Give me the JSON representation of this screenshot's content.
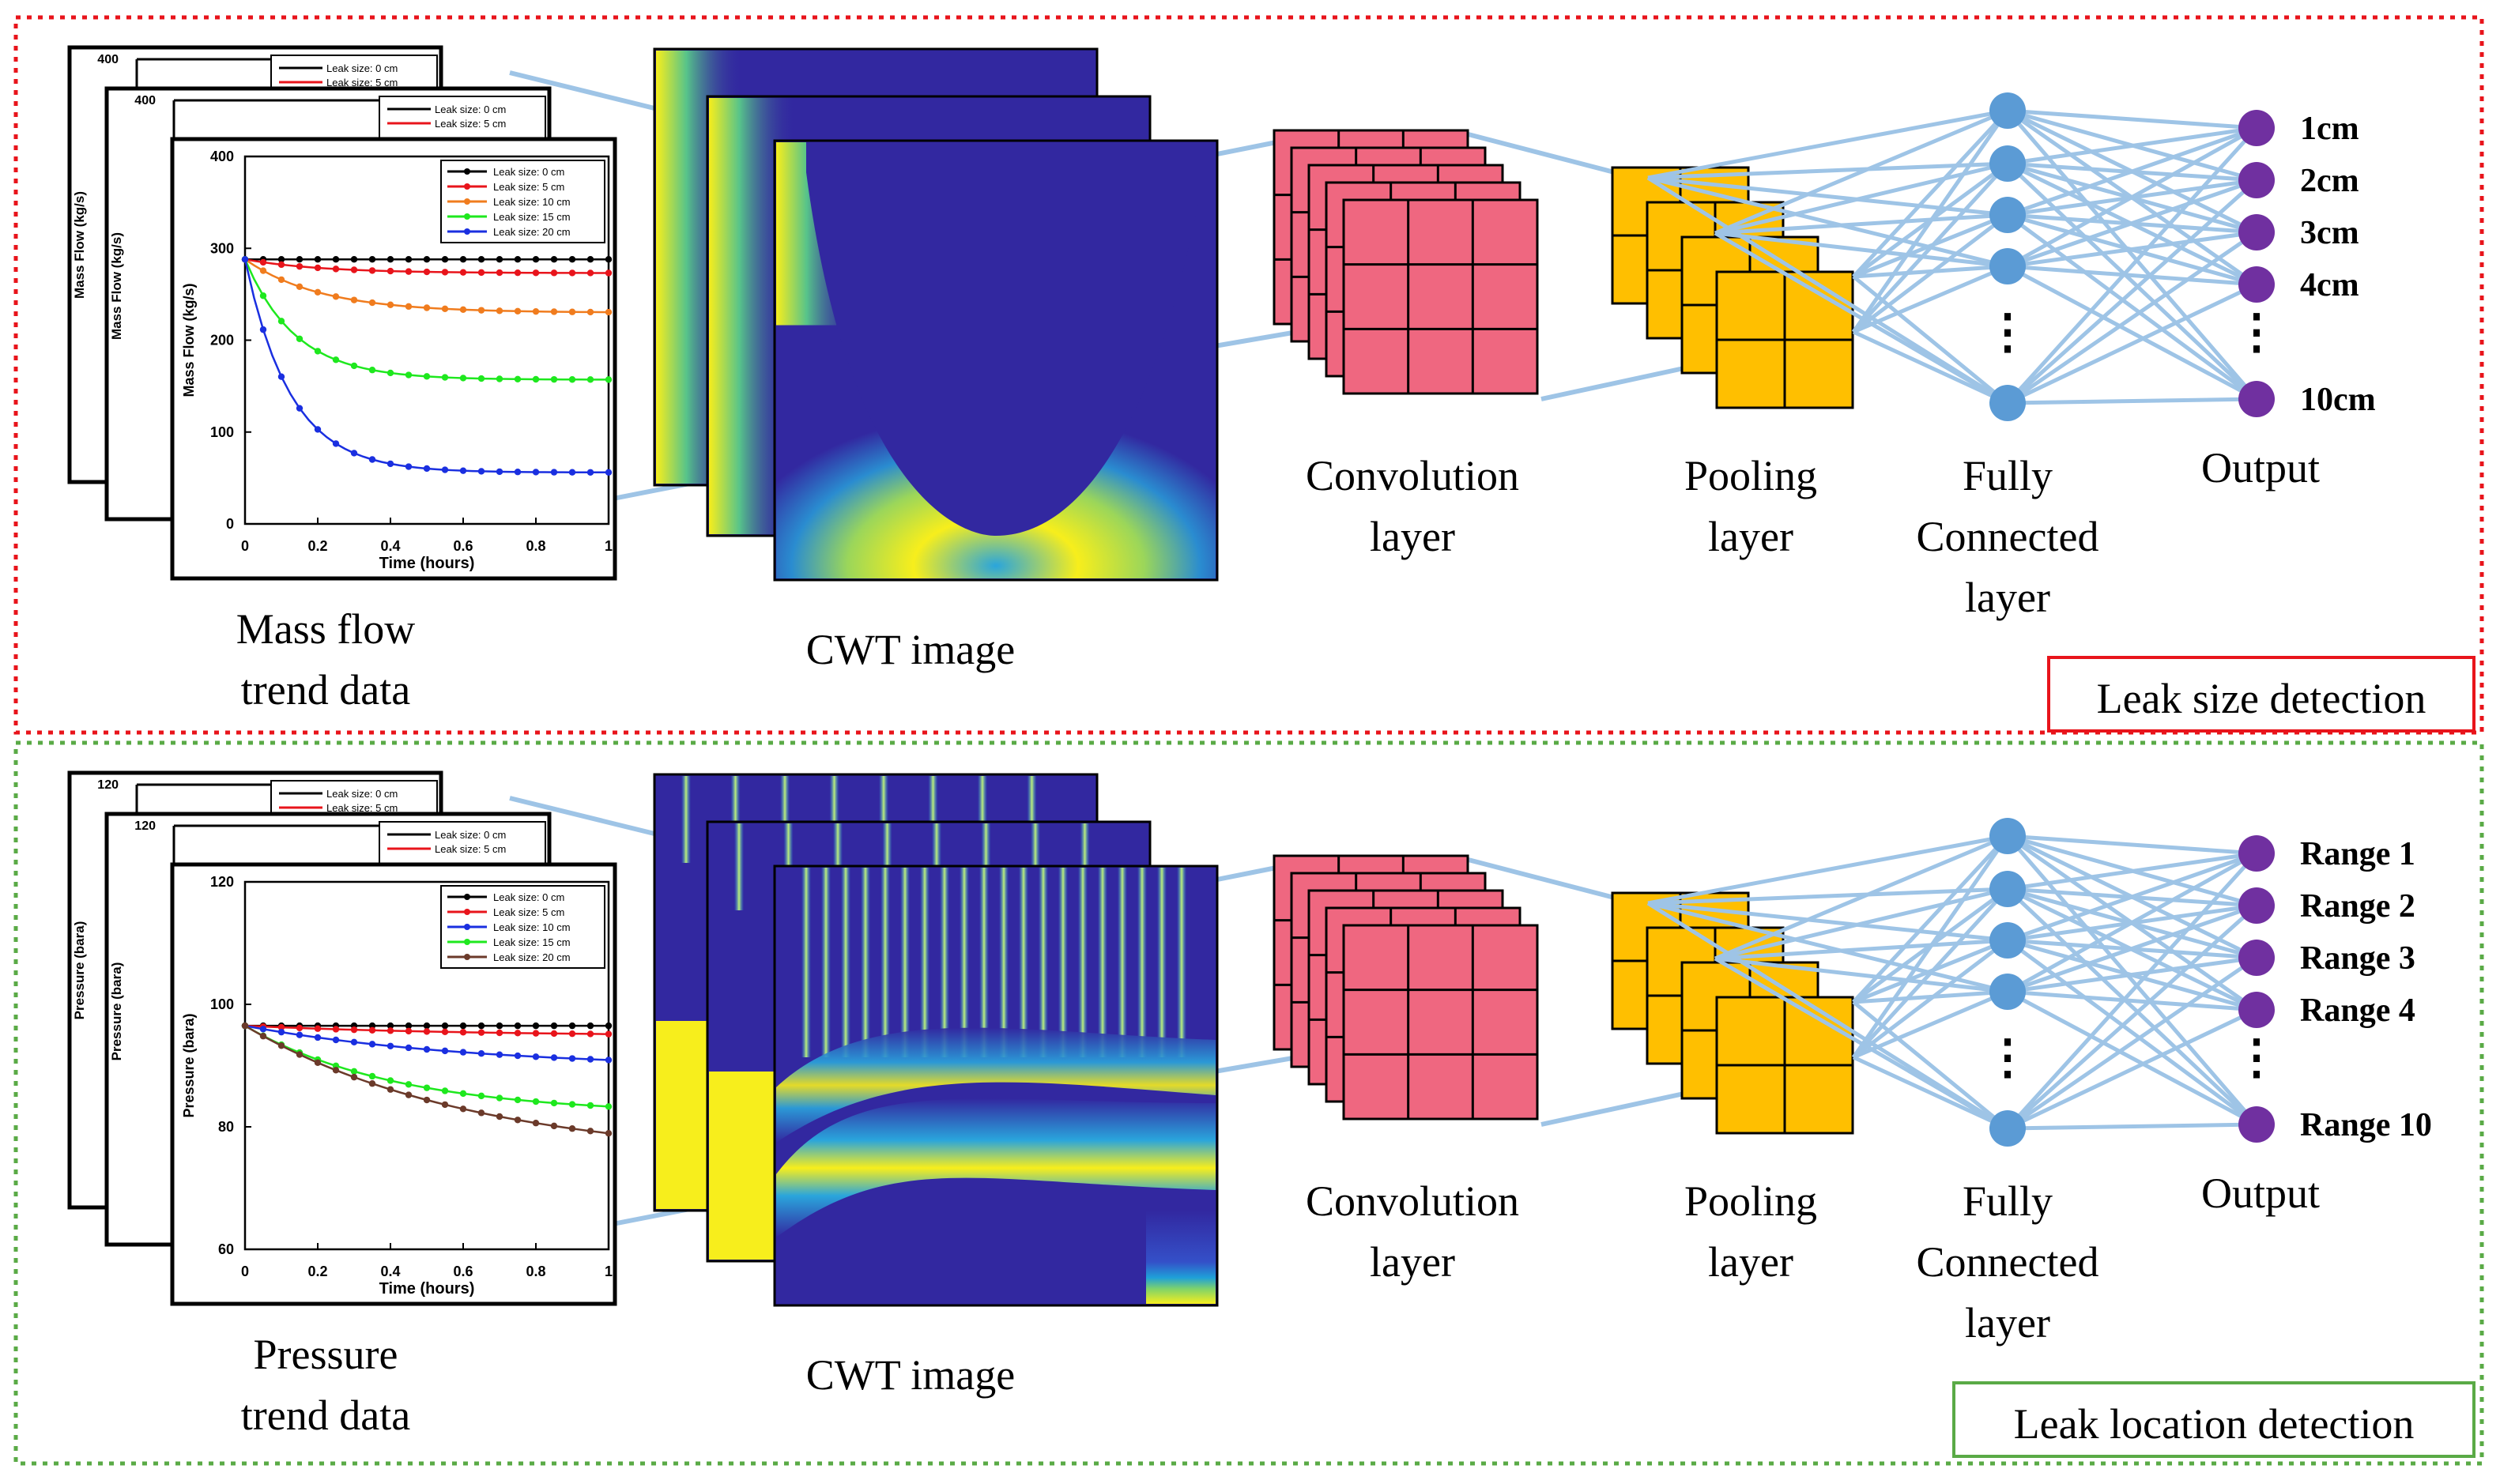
{
  "panels": [
    {
      "id": "size",
      "border_color": "#e8141b",
      "label_border_color": "#e8141b",
      "detection_label": "Leak size detection",
      "trend_label_line1": "Mass flow",
      "trend_label_line2": "trend data",
      "cwt_label": "CWT image",
      "conv_label_line1": "Convolution",
      "conv_label_line2": "layer",
      "pool_label_line1": "Pooling",
      "pool_label_line2": "layer",
      "fc_label_line1": "Fully",
      "fc_label_line2": "Connected",
      "fc_label_line3": "layer",
      "output_label": "Output",
      "outputs": [
        "1cm",
        "2cm",
        "3cm",
        "4cm",
        "10cm"
      ],
      "ellipsis": "⋮",
      "plot": {
        "type": "line",
        "ylabel": "Mass Flow (kg/s)",
        "xlabel": "Time (hours)",
        "ylim": [
          0,
          400
        ],
        "xlim": [
          0,
          1
        ],
        "yticks": [
          "0",
          "100",
          "200",
          "300",
          "400"
        ],
        "xticks": [
          "0",
          "0.2",
          "0.4",
          "0.6",
          "0.8",
          "1"
        ],
        "back_ticks": [
          "400",
          "400"
        ],
        "series": [
          {
            "name": "Leak size: 0 cm",
            "color": "#000000",
            "start": 288,
            "end": 288,
            "k": 3
          },
          {
            "name": "Leak size: 5 cm",
            "color": "#e8141b",
            "start": 288,
            "end": 273,
            "k": 3
          },
          {
            "name": "Leak size: 10 cm",
            "color": "#f07c1e",
            "start": 288,
            "end": 230,
            "k": 3
          },
          {
            "name": "Leak size: 15 cm",
            "color": "#1ee81e",
            "start": 288,
            "end": 157,
            "k": 4.5
          },
          {
            "name": "Leak size: 20 cm",
            "color": "#1a2fe0",
            "start": 288,
            "end": 56,
            "k": 5
          }
        ]
      }
    },
    {
      "id": "location",
      "border_color": "#5aaa46",
      "label_border_color": "#5aaa46",
      "detection_label": "Leak location detection",
      "trend_label_line1": "Pressure",
      "trend_label_line2": "trend data",
      "cwt_label": "CWT image",
      "conv_label_line1": "Convolution",
      "conv_label_line2": "layer",
      "pool_label_line1": "Pooling",
      "pool_label_line2": "layer",
      "fc_label_line1": "Fully",
      "fc_label_line2": "Connected",
      "fc_label_line3": "layer",
      "output_label": "Output",
      "outputs": [
        "Range 1",
        "Range 2",
        "Range 3",
        "Range 4",
        "Range 10"
      ],
      "ellipsis": "⋮",
      "plot": {
        "type": "line",
        "ylabel": "Pressure (bara)",
        "xlabel": "Time (hours)",
        "ylim": [
          60,
          120
        ],
        "xlim": [
          0,
          1
        ],
        "yticks": [
          "60",
          "80",
          "100",
          "120"
        ],
        "xticks": [
          "0",
          "0.2",
          "0.4",
          "0.6",
          "0.8",
          "1"
        ],
        "back_ticks": [
          "120",
          "120"
        ],
        "series": [
          {
            "name": "Leak size: 0 cm",
            "color": "#000000",
            "start": 96.5,
            "end": 96.5,
            "k": 1
          },
          {
            "name": "Leak size: 5 cm",
            "color": "#e8141b",
            "start": 96.5,
            "end": 94.8,
            "k": 1
          },
          {
            "name": "Leak size: 10 cm",
            "color": "#1a2fe0",
            "start": 96.5,
            "end": 89.5,
            "k": 1
          },
          {
            "name": "Leak size: 15 cm",
            "color": "#1ee81e",
            "start": 96.5,
            "end": 82,
            "k": 1.5
          },
          {
            "name": "Leak size: 20 cm",
            "color": "#6b3a2a",
            "start": 96.5,
            "end": 74.5,
            "k": 1
          }
        ]
      }
    }
  ],
  "colors": {
    "connection": "#9ec4e6",
    "conv_fill": "#ef6780",
    "pool_fill": "#ffbf00",
    "fc_node": "#5b9bd5",
    "output_node": "#7030a0",
    "cwt_background": "#3228a0"
  }
}
